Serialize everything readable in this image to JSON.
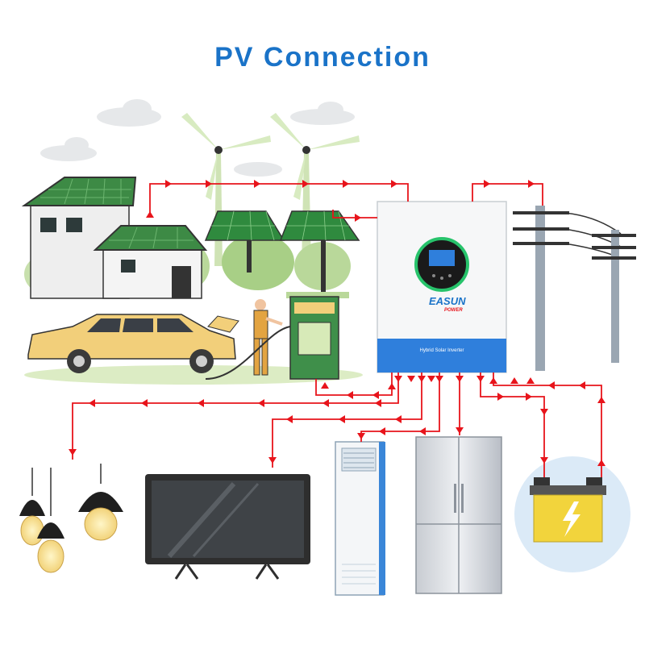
{
  "title": "PV Connection",
  "inverter": {
    "brand_main": "EASUN",
    "brand_sub": "POWER",
    "label": "Hybrid Solar Inverter"
  },
  "colors": {
    "title": "#1a73c8",
    "wire": "#e8141b",
    "inverter_band": "#2f7fdc",
    "foliage": "#3f8f4a",
    "car": "#f2cf7a",
    "battery": "#f2d43c"
  }
}
